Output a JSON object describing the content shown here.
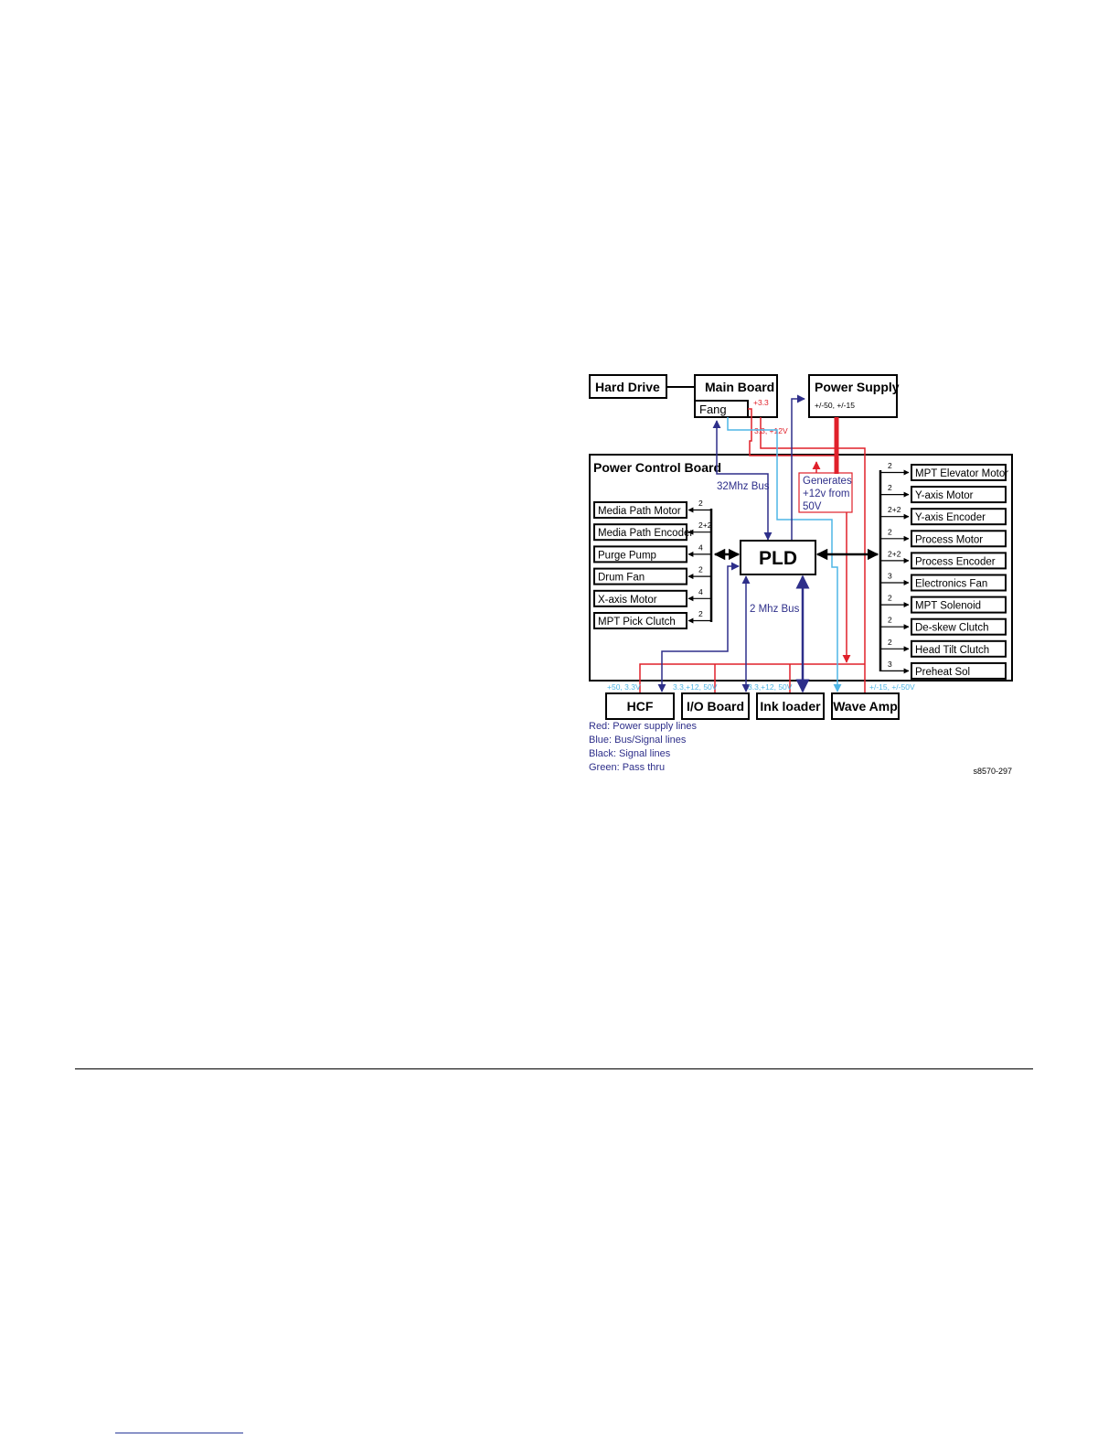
{
  "colors": {
    "power": "#e0202a",
    "bus": "#2e2f8a",
    "light_bus": "#4fb6e6",
    "signal": "#000000"
  },
  "top": {
    "hard_drive": "Hard Drive",
    "main_board": "Main Board",
    "fang": "Fang",
    "fang_voltage": "+3.3",
    "power_supply": "Power Supply",
    "power_supply_voltages": "+/-50, +/-15",
    "main_to_pcb_voltage": "3.3, +12V"
  },
  "pcb": {
    "title": "Power Control Board",
    "bus_32": "32Mhz Bus",
    "bus_2": "2 Mhz Bus",
    "pld": "PLD",
    "generates": [
      "Generates",
      "+12v from",
      "50V"
    ]
  },
  "left_devices": [
    {
      "label": "Media Path Motor",
      "count": "2"
    },
    {
      "label": "Media Path Encoder",
      "count": "2+2"
    },
    {
      "label": "Purge Pump",
      "count": "4"
    },
    {
      "label": "Drum Fan",
      "count": "2"
    },
    {
      "label": "X-axis Motor",
      "count": "4"
    },
    {
      "label": "MPT Pick Clutch",
      "count": "2"
    }
  ],
  "right_devices": [
    {
      "label": "MPT Elevator Motor",
      "count": "2"
    },
    {
      "label": "Y-axis Motor",
      "count": "2"
    },
    {
      "label": "Y-axis Encoder",
      "count": "2+2"
    },
    {
      "label": "Process Motor",
      "count": "2"
    },
    {
      "label": "Process Encoder",
      "count": "2+2"
    },
    {
      "label": "Electronics Fan",
      "count": "3"
    },
    {
      "label": "MPT Solenoid",
      "count": "2"
    },
    {
      "label": "De-skew Clutch",
      "count": "2"
    },
    {
      "label": "Head Tilt Clutch",
      "count": "2"
    },
    {
      "label": "Preheat Sol",
      "count": "3"
    }
  ],
  "bottom_devices": [
    {
      "label": "HCF",
      "voltage": "+50, 3.3V"
    },
    {
      "label": "I/O Board",
      "voltage": "3.3,+12, 50V"
    },
    {
      "label": "Ink loader",
      "voltage": "3.3,+12, 50V"
    },
    {
      "label": "Wave Amp",
      "voltage": "+/-15, +/-50V"
    }
  ],
  "legend": [
    {
      "key": "Red:",
      "desc": " Power supply lines"
    },
    {
      "key": "Blue:",
      "desc": " Bus/Signal lines"
    },
    {
      "key": "Black:",
      "desc": " Signal lines"
    },
    {
      "key": "Green:",
      "desc": " Pass thru"
    }
  ],
  "figure_id": "s8570-297"
}
